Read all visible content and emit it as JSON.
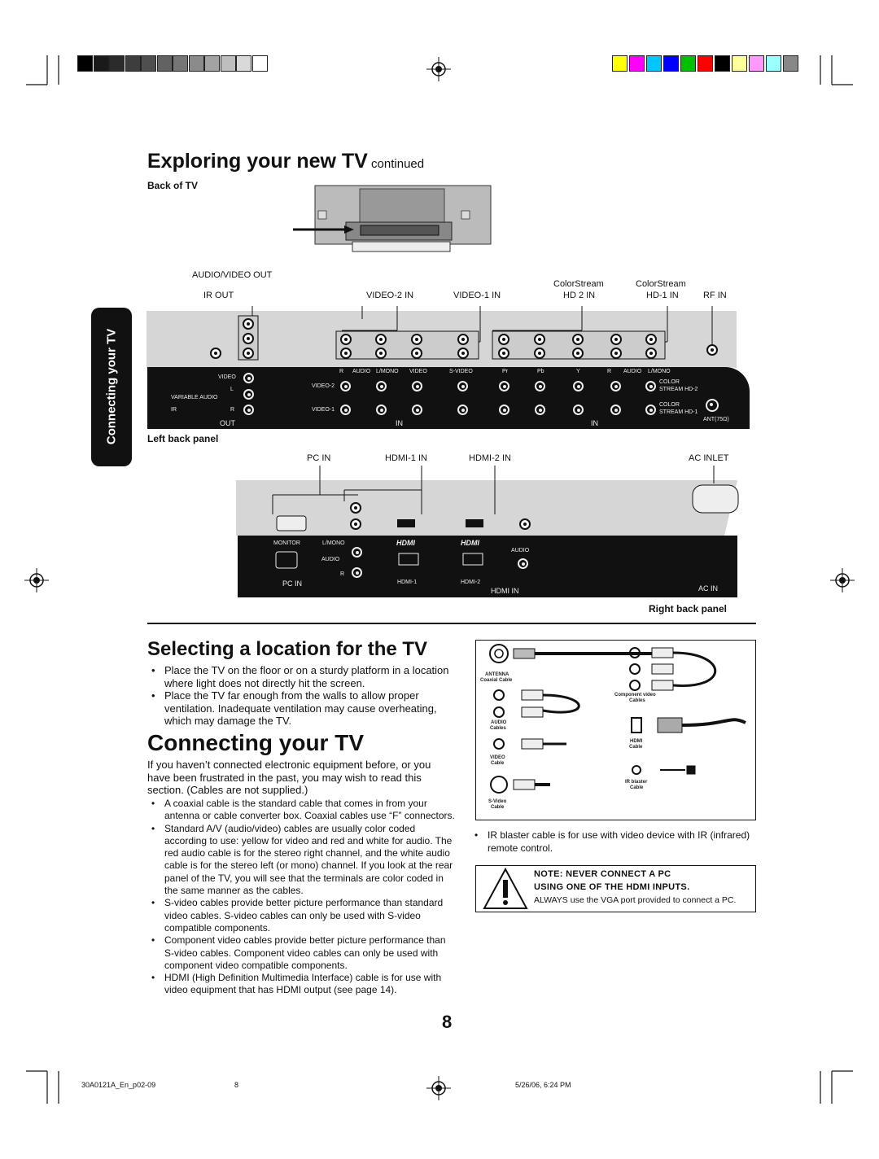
{
  "header": {
    "title": "Exploring your new TV",
    "title_suffix": "continued",
    "grayscale_bar": [
      "#000000",
      "#1a1a1a",
      "#2b2b2b",
      "#3d3d3d",
      "#4f4f4f",
      "#626262",
      "#767676",
      "#8b8b8b",
      "#a3a3a3",
      "#bebebe",
      "#d9d9d9",
      "#ffffff"
    ],
    "color_bar": [
      "#ffff00",
      "#ff00ff",
      "#00c8ff",
      "#0000ff",
      "#00c000",
      "#ff0000",
      "#000000",
      "#ffff99",
      "#ff99ff",
      "#99ffff",
      "#888888"
    ]
  },
  "side_tab": {
    "label": "Connecting your TV"
  },
  "back_of_tv": {
    "heading": "Back of TV"
  },
  "left_panel": {
    "caption": "Left back panel",
    "top_labels": {
      "av_out": "AUDIO/VIDEO OUT",
      "ir_out": "IR OUT",
      "video2": "VIDEO-2 IN",
      "video1": "VIDEO-1 IN",
      "cs1": "ColorStream",
      "hd2": "HD 2 IN",
      "cs2": "ColorStream",
      "hd1": "HD-1 IN",
      "rf": "RF IN"
    },
    "panel_text": {
      "video": "VIDEO",
      "l": "L",
      "variable_audio": "VARIABLE AUDIO",
      "ir": "IR",
      "r": "R",
      "out": "OUT",
      "r2": "R",
      "audio": "AUDIO",
      "lmono": "L/MONO",
      "video_col": "VIDEO",
      "svideo": "S-VIDEO",
      "video2": "VIDEO-2",
      "video1": "VIDEO-1",
      "in1": "IN",
      "pr": "Pr",
      "pb": "Pb",
      "y": "Y",
      "r3": "R",
      "audio2": "AUDIO",
      "lmono2": "L/MONO",
      "color": "COLOR",
      "stream_hd2": "STREAM HD-2",
      "color2": "COLOR",
      "stream_hd1": "STREAM HD-1",
      "in2": "IN",
      "ant": "ANT(75Ω)"
    }
  },
  "right_panel": {
    "caption": "Right back panel",
    "top_labels": {
      "pc_in": "PC IN",
      "hdmi1": "HDMI-1 IN",
      "hdmi2": "HDMI-2 IN",
      "ac_inlet": "AC INLET"
    },
    "panel_text": {
      "monitor": "MONITOR",
      "lmono": "L/MONO",
      "audio": "AUDIO",
      "r": "R",
      "hdmi_logo1": "HDMI",
      "hdmi_logo2": "HDMI",
      "audio2": "AUDIO",
      "pc_in": "PC IN",
      "hdmi1": "HDMI-1",
      "hdmi2": "HDMI-2",
      "hdmi_in": "HDMI IN",
      "ac_in": "AC IN"
    }
  },
  "selecting": {
    "heading": "Selecting a location for the TV",
    "bullets": [
      "Place the TV on the floor or on a sturdy platform in a location where light does not directly hit the screen.",
      "Place the TV far enough from the walls to allow proper ventilation. Inadequate ventilation may cause overheating, which may damage the TV."
    ]
  },
  "connecting": {
    "heading": "Connecting your TV",
    "intro": "If you haven’t connected electronic equipment before, or you have been frustrated in the past, you may wish to read this section. (Cables are not supplied.)",
    "bullets": [
      "A coaxial cable is the standard cable that comes in from your antenna or cable converter box. Coaxial cables use “F” connectors.",
      "Standard A/V (audio/video) cables are usually color coded according to use: yellow for video and red and white for audio. The red audio cable is for the stereo right channel, and the white audio cable is for the stereo left (or mono) channel. If you look at the rear panel of the TV, you will see that the terminals are color coded in the same manner as the cables.",
      "S-video cables provide better picture performance than standard video cables. S-video cables can only be used with S-video compatible components.",
      "Component video cables provide better picture performance than S-video cables. Component video cables can only be used with component video compatible components.",
      "HDMI (High Definition Multimedia Interface) cable is for use with video equipment that has HDMI output (see page 14)."
    ]
  },
  "cables_figure": {
    "antenna": "ANTENNA",
    "antenna_sub": "Coaxial Cable",
    "component": "Component video",
    "component_sub": "Cables",
    "audio": "AUDIO",
    "audio_sub": "Cables",
    "hdmi": "HDMI",
    "hdmi_sub": "Cable",
    "video": "VIDEO",
    "video_sub": "Cable",
    "ir": "IR blaster",
    "ir_sub": "Cable",
    "svideo": "S-Video",
    "svideo_sub": "Cable"
  },
  "ir_note": "IR blaster cable is for use with video device with IR (infrared) remote control.",
  "warning": {
    "line1": "NOTE: NEVER CONNECT A PC",
    "line2": "USING ONE OF THE HDMI INPUTS.",
    "line3": "ALWAYS use the VGA port provided to connect a PC."
  },
  "page_number": "8",
  "footer": {
    "file": "30A0121A_En_p02-09",
    "page": "8",
    "date": "5/26/06, 6:24 PM"
  }
}
